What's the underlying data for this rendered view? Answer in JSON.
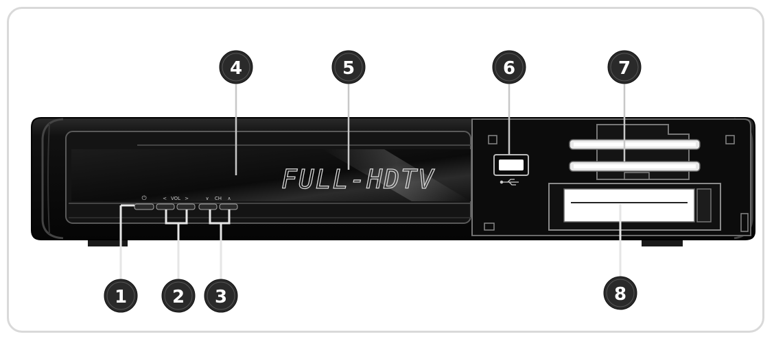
{
  "front_panel": {
    "display_text": "FULL-HDTV",
    "button_labels": {
      "power": "⏻",
      "vol_left": "<",
      "vol": "VOL",
      "vol_right": ">",
      "ch_down": "∨",
      "ch": "CH",
      "ch_up": "∧"
    }
  },
  "callouts": [
    {
      "number": "1"
    },
    {
      "number": "2"
    },
    {
      "number": "3"
    },
    {
      "number": "4"
    },
    {
      "number": "5"
    },
    {
      "number": "6"
    },
    {
      "number": "7"
    },
    {
      "number": "8"
    }
  ],
  "colors": {
    "frame": "#d9d9d9",
    "device": "#0e0e0e",
    "badge": "#2a2a2a",
    "leader": "#e6e6e6"
  }
}
